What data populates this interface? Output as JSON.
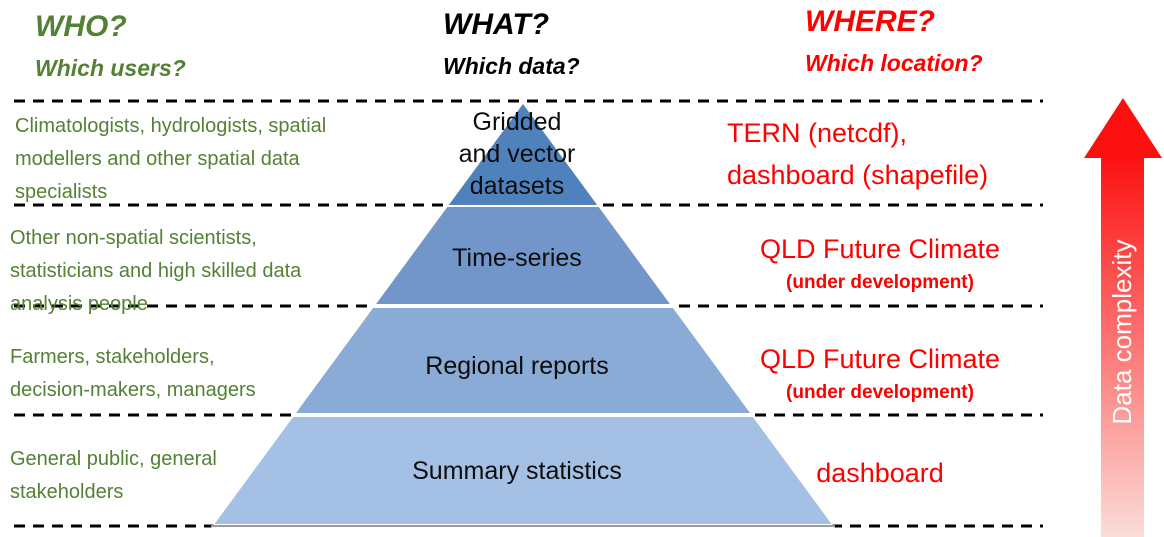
{
  "headers": {
    "who": {
      "title": "WHO?",
      "subtitle": "Which users?"
    },
    "what": {
      "title": "WHAT?",
      "subtitle": "Which data?"
    },
    "where": {
      "title": "WHERE?",
      "subtitle": "Which location?"
    }
  },
  "rows": [
    {
      "who": "Climatologists, hydrologists, spatial\nmodellers and other spatial data\nspecialists",
      "what": "Gridded\nand vector\ndatasets",
      "where": "TERN (netcdf),\ndashboard (shapefile)",
      "where_note": ""
    },
    {
      "who": "Other non-spatial scientists,\nstatisticians and high skilled data\nanalysis people",
      "what": "Time-series",
      "where": "QLD Future Climate",
      "where_note": "(under development)"
    },
    {
      "who": "Farmers, stakeholders,\ndecision-makers, managers",
      "what": "Regional reports",
      "where": "QLD Future Climate",
      "where_note": "(under development)"
    },
    {
      "who": "General public, general\nstakeholders",
      "what": "Summary statistics",
      "where": "dashboard",
      "where_note": ""
    }
  ],
  "arrow": {
    "label": "Data complexity"
  },
  "colors": {
    "green": "#538135",
    "red": "#ff0000",
    "black": "#000000",
    "pyramid_layer_1": "#4f81bd",
    "pyramid_layer_2": "#7296c9",
    "pyramid_layer_3": "#89abd6",
    "pyramid_layer_4": "#a4c1e5",
    "pyramid_base_line": "#9a9a9a",
    "dash_line": "#000000",
    "arrow_top": "#fb0f0f",
    "arrow_bottom": "#fbdcd8"
  }
}
